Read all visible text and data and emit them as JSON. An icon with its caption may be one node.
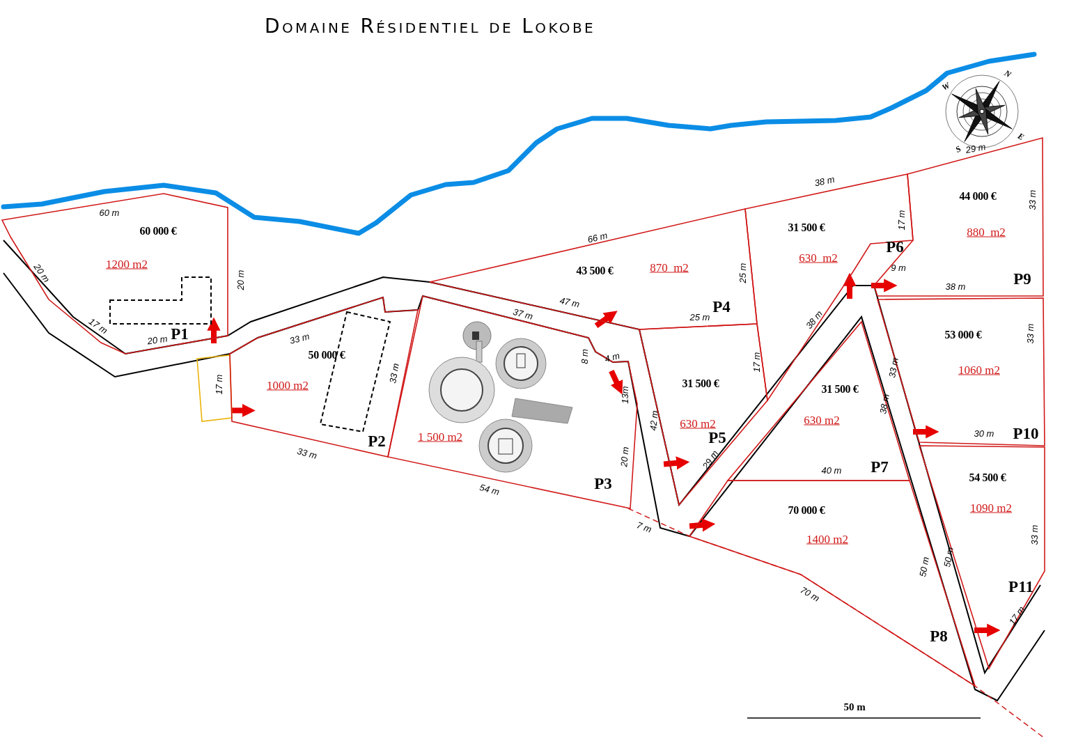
{
  "diagram": {
    "title": "Domaine Résidentiel de Lokobe",
    "nodes": [
      {
        "text": [
          "60 000 €",
          "1200 m2",
          "P1"
        ]
      },
      {
        "text": [],
        "shape": "box",
        "in": 0
      },
      {
        "text": [
          "17 m"
        ]
      },
      {
        "text": [
          "50 000 €",
          "1000 m2",
          "P2"
        ]
      },
      {
        "text": [],
        "shape": "box",
        "in": 3
      },
      {
        "text": [
          "1 500 m2",
          "P3"
        ]
      },
      {
        "text": [
          "43 500 €",
          "870  m2",
          "P4"
        ]
      },
      {
        "text": [
          "31 500 €",
          "630 m2",
          "P5"
        ]
      },
      {
        "text": [
          "31 500 €",
          "630  m2",
          "P6"
        ]
      },
      {
        "text": [
          "31 500 €",
          "630 m2",
          "P7"
        ]
      },
      {
        "text": [
          "70 000 €",
          "1400 m2",
          "P8"
        ]
      },
      {
        "text": [
          "44 000 €",
          "880  m2",
          "P9"
        ]
      },
      {
        "text": [
          "53 000 €",
          "1060 m2",
          "P10"
        ]
      },
      {
        "text": [
          "54 500 €",
          "1090 m2",
          "P11"
        ]
      }
    ],
    "edges": [
      {
        "from": null,
        "to": 0,
        "arrow": "to"
      },
      {
        "from": 2,
        "to": 3,
        "arrow": "to"
      },
      {
        "from": null,
        "to": 6,
        "arrow": "to"
      },
      {
        "from": null,
        "to": 5,
        "arrow": "to"
      },
      {
        "from": null,
        "to": 7,
        "arrow": "to"
      },
      {
        "from": null,
        "to": 10,
        "arrow": "to"
      },
      {
        "from": null,
        "to": 8,
        "arrow": "to"
      },
      {
        "from": null,
        "to": 11,
        "arrow": "to"
      },
      {
        "from": null,
        "to": 12,
        "arrow": "to"
      },
      {
        "from": null,
        "to": 13,
        "arrow": "to"
      }
    ],
    "labels": [
      "N",
      "W",
      "E",
      "S",
      "29 m",
      "38 m",
      "33 m",
      "60 m",
      "66 m",
      "17 m",
      "20 m",
      "25 m",
      "9 m",
      "20 m",
      "38 m",
      "47 m",
      "37 m",
      "25 m",
      "38 m",
      "17 m",
      "20 m",
      "33 m",
      "33 m",
      "8 m",
      "4 m",
      "33 m",
      "17 m",
      "33 m",
      "13m",
      "38 m",
      "42 m",
      "20 m",
      "30 m",
      "29 m",
      "33 m",
      "40 m",
      "54 m",
      "7 m",
      "33 m",
      "50 m",
      "50 m",
      "70 m",
      "17 m",
      "50 m"
    ]
  }
}
